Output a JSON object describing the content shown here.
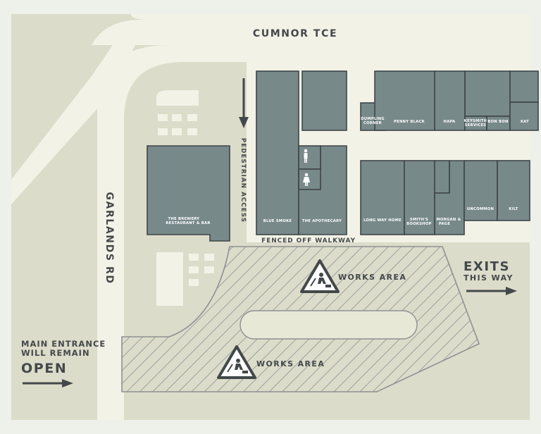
{
  "colors": {
    "frame": "#eef0ea",
    "ground": "#dcdcca",
    "road": "#f3f2e7",
    "building": "#78898a",
    "building_stroke": "#3e4548",
    "hatch": "#8d9192",
    "text": "#43484a"
  },
  "streets": {
    "top": "CUMNOR TCE",
    "left": "GARLANDS RD"
  },
  "labels": {
    "pedestrian_access": "PEDESTRIAN ACCESS",
    "fenced_walkway": "FENCED OFF WALKWAY",
    "works_area_1": "WORKS AREA",
    "works_area_2": "WORKS AREA",
    "exits_line1": "EXITS",
    "exits_line2": "THIS WAY",
    "main_entrance_line1": "MAIN ENTRANCE",
    "main_entrance_line2": "WILL REMAIN",
    "main_entrance_line3": "OPEN"
  },
  "shops": {
    "brewery_line1": "THE BREWERY",
    "brewery_line2": "RESTAURANT & BAR",
    "blue_smoke": "BLUE SMOKE",
    "apothecary": "THE APOTHECARY",
    "dumpling_line1": "DUMPLING",
    "dumpling_line2": "CORNER",
    "penny_black": "PENNY BLACK",
    "hapa": "HAPA",
    "keysmith_line1": "KEYSMITH",
    "keysmith_line2": "SERVICES",
    "bon_bon": "BON BON",
    "kat": "KAT",
    "long_way_home": "LONG WAY HOME",
    "smiths_line1": "SMITH'S",
    "smiths_line2": "BOOKSHOP",
    "morgan_line1": "MORGAN &",
    "morgan_line2": "PAGE",
    "uncommon": "UNCOMMON",
    "kilt": "KILT"
  },
  "icons": {
    "toilets_male": "male-toilet-icon",
    "toilets_female": "female-toilet-icon",
    "works": "men-at-work-icon",
    "arrow": "arrow-icon"
  }
}
